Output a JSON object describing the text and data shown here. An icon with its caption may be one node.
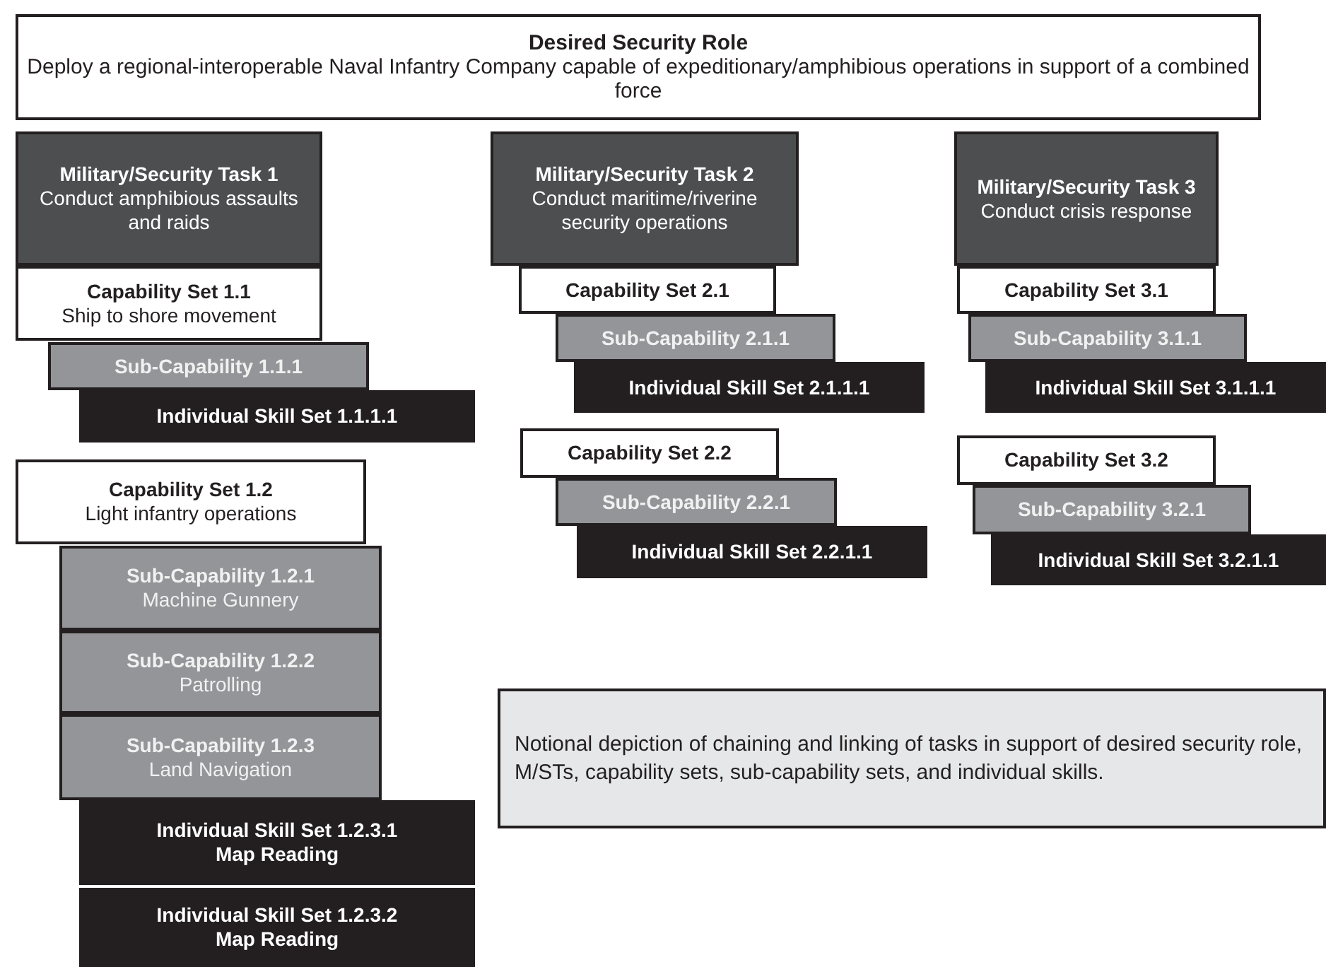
{
  "diagram": {
    "nodes": [
      {
        "text": [
          "Desired Security Role",
          "Deploy a regional-interoperable Naval Infantry Company capable of expeditionary/amphibious operations in support of a combined force"
        ]
      },
      {
        "text": [
          "Military/Security Task 1",
          "Conduct amphibious assaults and raids"
        ]
      },
      {
        "text": [
          "Capability Set 1.1",
          "Ship to shore movement"
        ]
      },
      {
        "text": [
          "Sub-Capability 1.1.1"
        ]
      },
      {
        "text": [
          "Individual Skill Set 1.1.1.1"
        ]
      },
      {
        "text": [
          "Capability Set 1.2",
          "Light infantry operations"
        ]
      },
      {
        "text": [
          "Sub-Capability 1.2.1",
          "Machine Gunnery"
        ]
      },
      {
        "text": [
          "Sub-Capability 1.2.2",
          "Patrolling"
        ]
      },
      {
        "text": [
          "Sub-Capability 1.2.3",
          "Land Navigation"
        ]
      },
      {
        "text": [
          "Individual Skill Set 1.2.3.1",
          "Map Reading"
        ]
      },
      {
        "text": [
          "Individual Skill Set 1.2.3.2",
          "Map Reading"
        ]
      },
      {
        "text": [
          "Military/Security Task 2",
          "Conduct maritime/riverine security operations"
        ]
      },
      {
        "text": [
          "Capability Set 2.1"
        ]
      },
      {
        "text": [
          "Sub-Capability 2.1.1"
        ]
      },
      {
        "text": [
          "Individual Skill Set 2.1.1.1"
        ]
      },
      {
        "text": [
          "Capability Set 2.2"
        ]
      },
      {
        "text": [
          "Sub-Capability 2.2.1"
        ]
      },
      {
        "text": [
          "Individual Skill Set 2.2.1.1"
        ]
      },
      {
        "text": [
          "Military/Security Task 3",
          "Conduct crisis response"
        ]
      },
      {
        "text": [
          "Capability Set 3.1"
        ]
      },
      {
        "text": [
          "Sub-Capability 3.1.1"
        ]
      },
      {
        "text": [
          "Individual Skill Set 3.1.1.1"
        ]
      },
      {
        "text": [
          "Capability Set 3.2"
        ]
      },
      {
        "text": [
          "Sub-Capability 3.2.1"
        ]
      },
      {
        "text": [
          "Individual Skill Set 3.2.1.1"
        ]
      },
      {
        "text": [
          "Notional depiction of chaining and linking of tasks in support of desired security role, M/STs, capability sets, sub-capability sets, and individual skills."
        ]
      }
    ]
  }
}
